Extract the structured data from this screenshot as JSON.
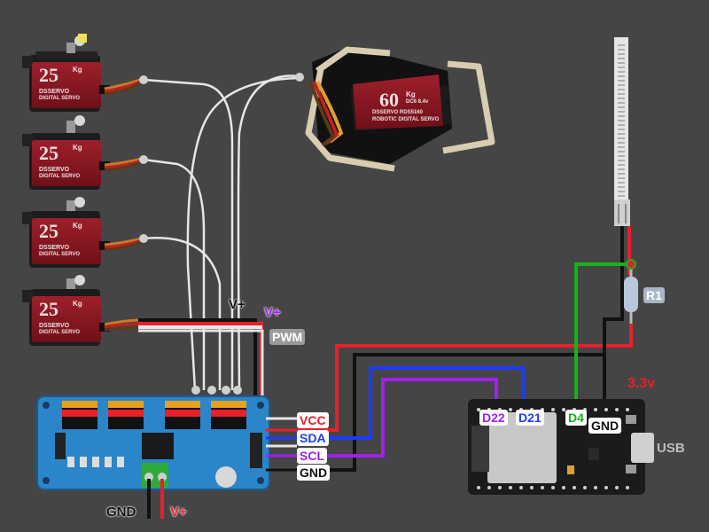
{
  "labels": {
    "vplus_top_black": "V+",
    "vplus_top_purple": "V+",
    "pwm": "PWM",
    "vcc": "VCC",
    "sda": "SDA",
    "scl": "SCL",
    "gnd_board": "GND",
    "gnd_bottom": "GND",
    "vplus_bottom": "V+",
    "d22": "D22",
    "d21": "D21",
    "d4": "D4",
    "gnd_esp": "GND",
    "v33": "3.3v",
    "usb": "USB",
    "r1": "R1"
  },
  "servos": {
    "small_brand": "DSSERVO",
    "small_type": "DIGITAL SERVO",
    "small_torque": "25",
    "small_unit": "Kg",
    "large_torque": "60",
    "large_unit": "Kg",
    "large_sub": "DC6 8.4v",
    "large_brand": "DSSERVO RDS5160",
    "large_type": "ROBOTIC DIGITAL SERVO"
  },
  "colors": {
    "background": "#454545",
    "wire_red": "#e8202a",
    "wire_black": "#111111",
    "wire_blue": "#1a3cff",
    "wire_purple": "#a020f0",
    "wire_green": "#17b21a",
    "wire_white": "#e6e6e6",
    "pca_board": "#2a86c8",
    "esp_board": "#1b1b1b"
  }
}
